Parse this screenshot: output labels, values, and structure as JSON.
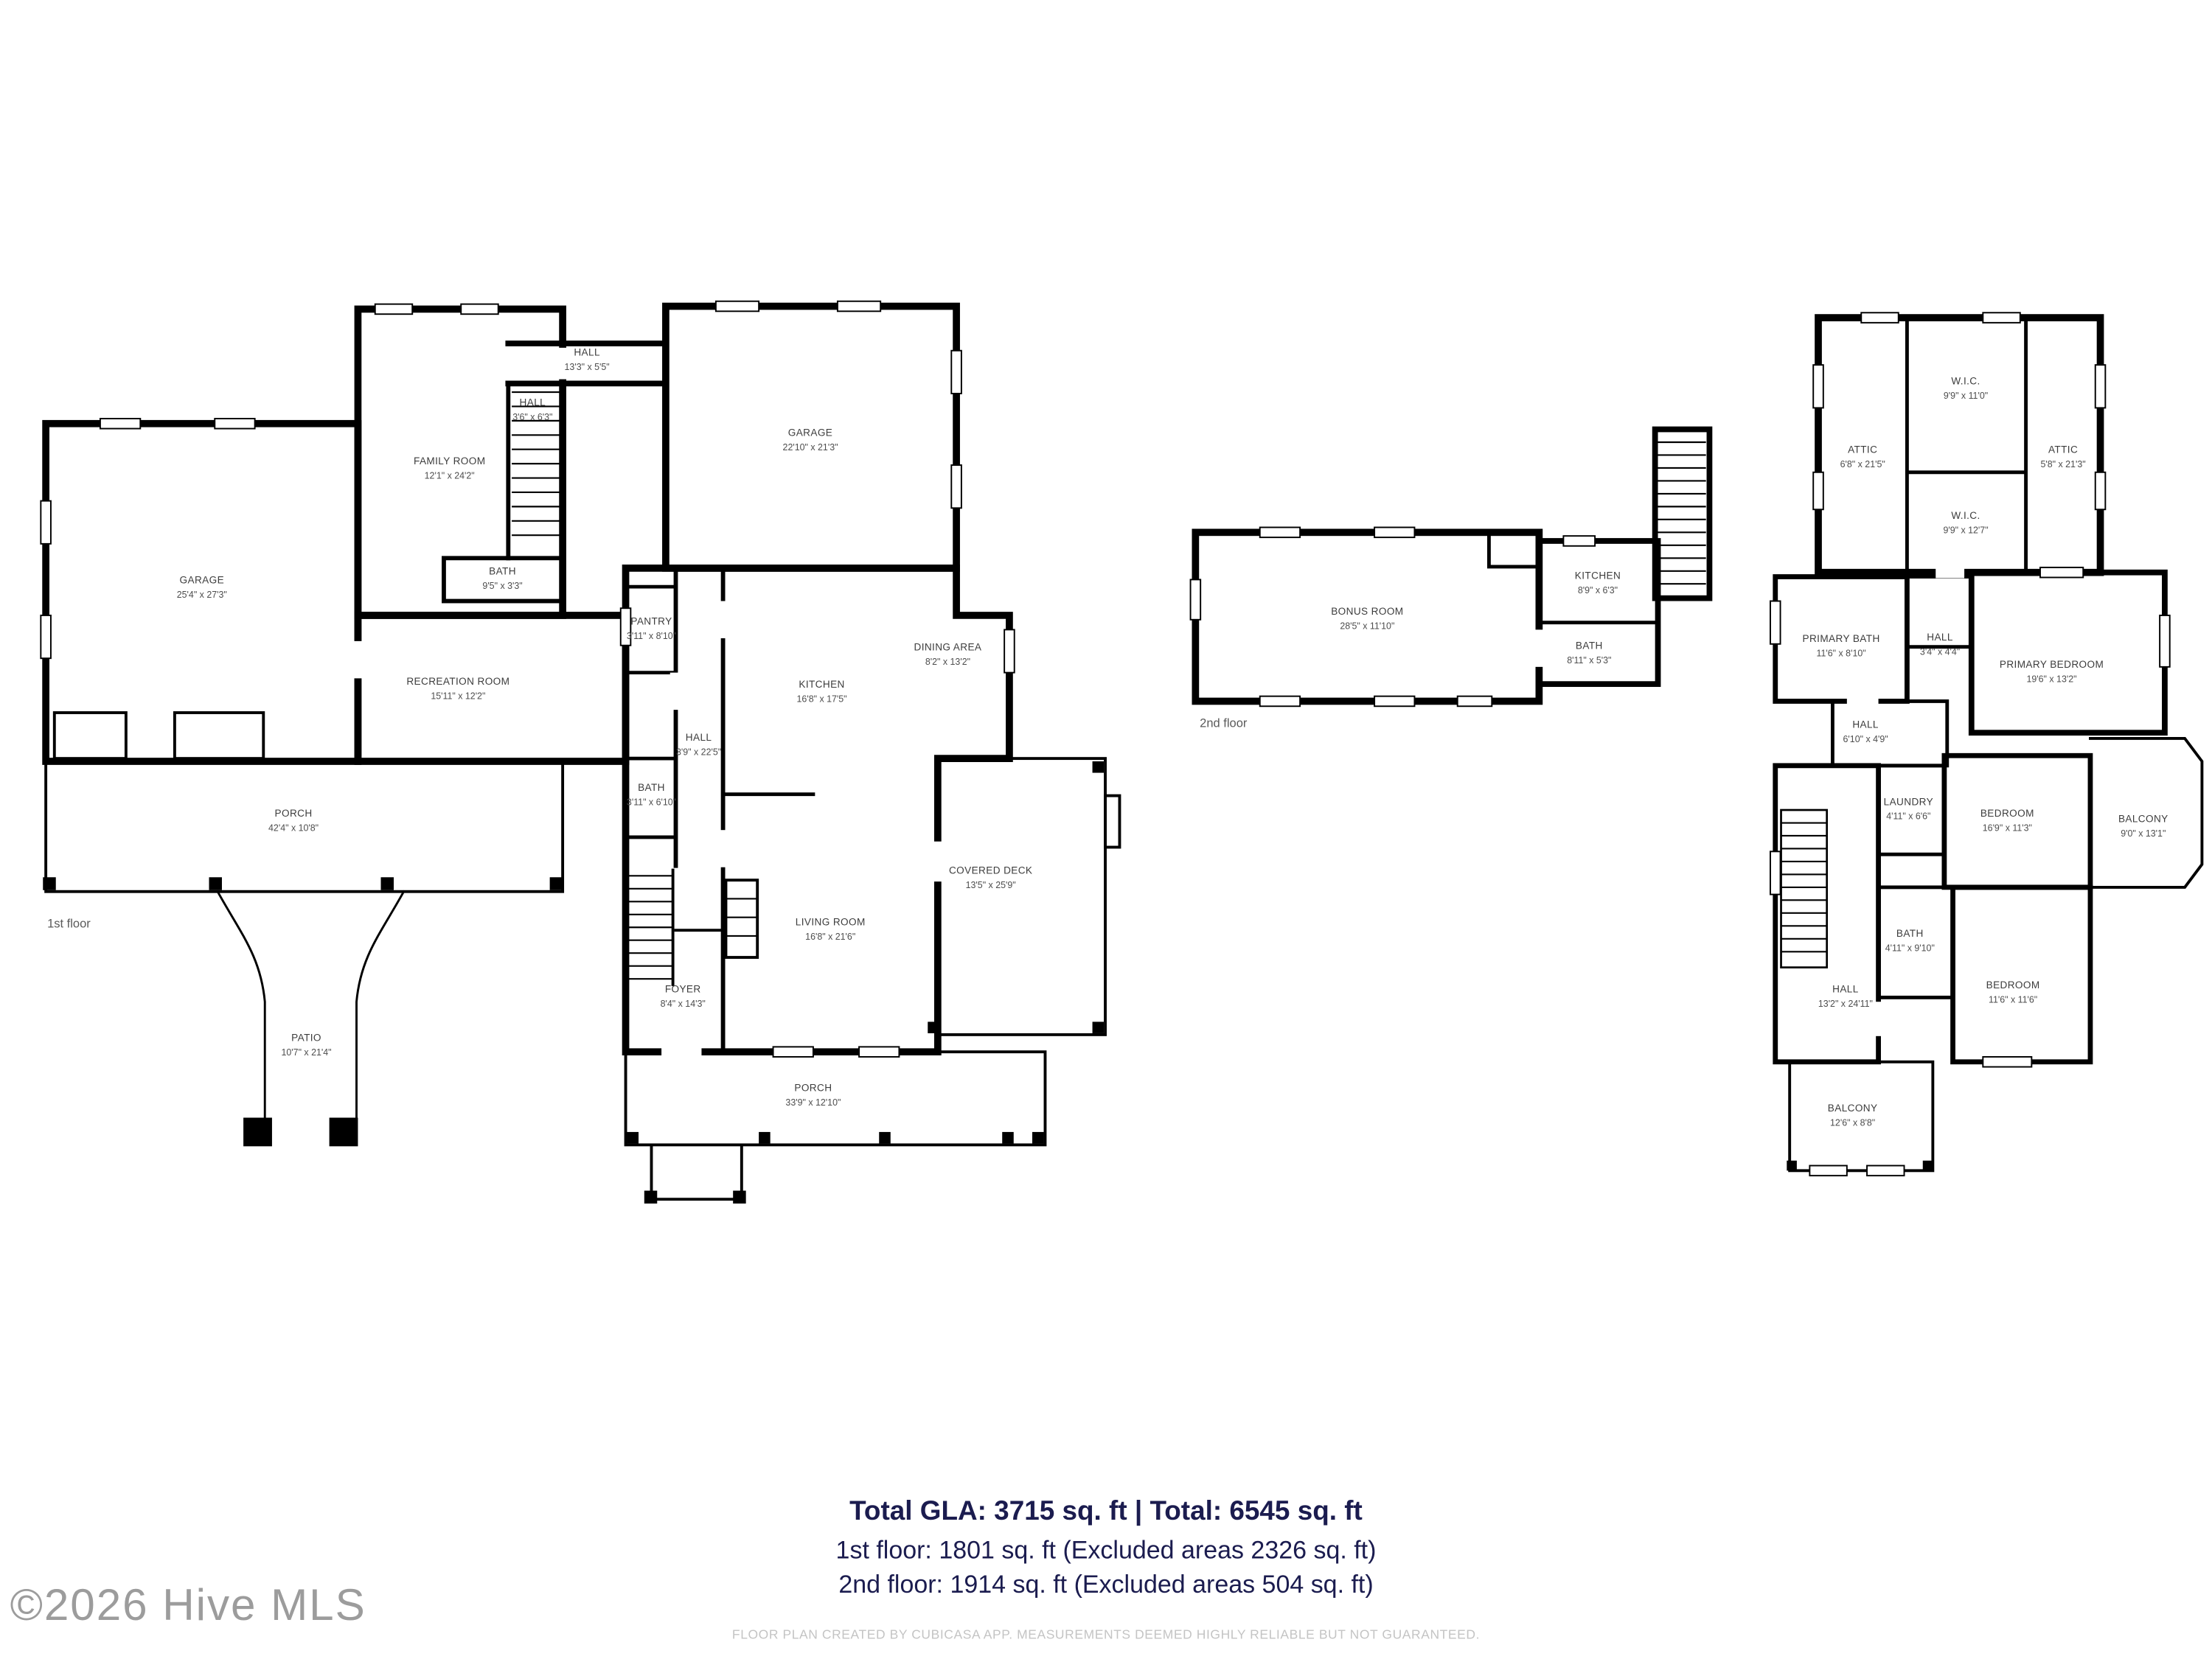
{
  "page": {
    "background_color": "#ffffff",
    "wall_color": "#000000",
    "summary_text_color": "#1b1c4f",
    "watermark_color": "#9c9c9c"
  },
  "floors": {
    "first": {
      "tag": "1st floor",
      "rooms": [
        {
          "name": "GARAGE",
          "dims": "25'4\" x 27'3\""
        },
        {
          "name": "FAMILY ROOM",
          "dims": "12'1\" x 24'2\""
        },
        {
          "name": "HALL",
          "dims": "13'3\" x 5'5\""
        },
        {
          "name": "HALL",
          "dims": "3'6\" x 6'3\""
        },
        {
          "name": "BATH",
          "dims": "9'5\" x 3'3\""
        },
        {
          "name": "RECREATION ROOM",
          "dims": "15'11\" x 12'2\""
        },
        {
          "name": "GARAGE",
          "dims": "22'10\" x 21'3\""
        },
        {
          "name": "PANTRY",
          "dims": "3'11\" x 8'10\""
        },
        {
          "name": "KITCHEN",
          "dims": "16'8\" x 17'5\""
        },
        {
          "name": "DINING AREA",
          "dims": "8'2\" x 13'2\""
        },
        {
          "name": "HALL",
          "dims": "3'9\" x 22'5\""
        },
        {
          "name": "BATH",
          "dims": "3'11\" x 6'10\""
        },
        {
          "name": "LIVING ROOM",
          "dims": "16'8\" x 21'6\""
        },
        {
          "name": "COVERED DECK",
          "dims": "13'5\" x 25'9\""
        },
        {
          "name": "FOYER",
          "dims": "8'4\" x 14'3\""
        },
        {
          "name": "PORCH",
          "dims": "42'4\" x 10'8\""
        },
        {
          "name": "PATIO",
          "dims": "10'7\" x 21'4\""
        },
        {
          "name": "PORCH",
          "dims": "33'9\" x 12'10\""
        }
      ]
    },
    "second_left": {
      "tag": "2nd floor",
      "rooms": [
        {
          "name": "BONUS ROOM",
          "dims": "28'5\" x 11'10\""
        },
        {
          "name": "KITCHEN",
          "dims": "8'9\" x 6'3\""
        },
        {
          "name": "BATH",
          "dims": "8'11\" x 5'3\""
        }
      ]
    },
    "second_right": {
      "rooms": [
        {
          "name": "W.I.C.",
          "dims": "9'9\" x 11'0\""
        },
        {
          "name": "ATTIC",
          "dims": "6'8\" x 21'5\""
        },
        {
          "name": "ATTIC",
          "dims": "5'8\" x 21'3\""
        },
        {
          "name": "W.I.C.",
          "dims": "9'9\" x 12'7\""
        },
        {
          "name": "PRIMARY BATH",
          "dims": "11'6\" x 8'10\""
        },
        {
          "name": "HALL",
          "dims": "3'4\" x 4'4\""
        },
        {
          "name": "PRIMARY BEDROOM",
          "dims": "19'6\" x 13'2\""
        },
        {
          "name": "HALL",
          "dims": "6'10\" x 4'9\""
        },
        {
          "name": "LAUNDRY",
          "dims": "4'11\" x 6'6\""
        },
        {
          "name": "BEDROOM",
          "dims": "16'9\" x 11'3\""
        },
        {
          "name": "BALCONY",
          "dims": "9'0\" x 13'1\""
        },
        {
          "name": "BATH",
          "dims": "4'11\" x 9'10\""
        },
        {
          "name": "HALL",
          "dims": "13'2\" x 24'11\""
        },
        {
          "name": "BEDROOM",
          "dims": "11'6\" x 11'6\""
        },
        {
          "name": "BALCONY",
          "dims": "12'6\" x 8'8\""
        }
      ]
    }
  },
  "summary": {
    "total_line": "Total GLA: 3715 sq. ft | Total: 6545 sq. ft",
    "first_floor_line": "1st floor: 1801 sq. ft (Excluded areas 2326 sq. ft)",
    "second_floor_line": "2nd floor: 1914 sq. ft (Excluded areas 504 sq. ft)"
  },
  "footer": {
    "caption": "FLOOR PLAN CREATED BY CUBICASA APP. MEASUREMENTS DEEMED HIGHLY RELIABLE BUT NOT GUARANTEED.",
    "watermark": "©2026 Hive MLS"
  }
}
